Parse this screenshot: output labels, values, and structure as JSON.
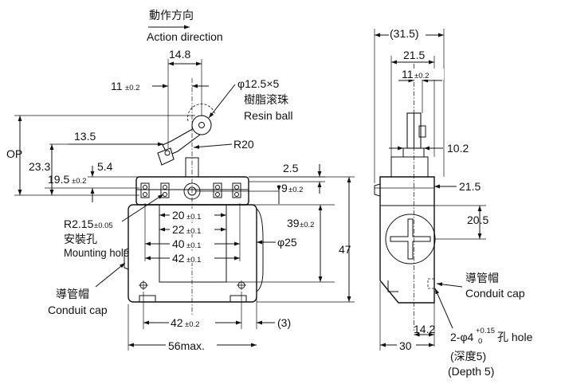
{
  "front": {
    "action_cn": "動作方向",
    "action_en": "Action direction",
    "d_14_8": "14.8",
    "d_11": "11",
    "tol_11": "±0.2",
    "d_ball": "φ12.5×5",
    "resin_cn": "樹脂滚珠",
    "resin_en": "Resin ball",
    "d_r20": "R20",
    "d_op": "OP",
    "d_13_5": "13.5",
    "d_23_3": "23.3",
    "d_5_4": "5.4",
    "d_19_5": "19.5",
    "tol_19_5": "±0.2",
    "d_2_5": "2.5",
    "d_9": "9",
    "tol_9": "±0.2",
    "d_r215": "R2.15",
    "tol_r215": "±0.05",
    "mount_cn": "安裝孔",
    "mount_en": "Mounting hole",
    "d_20": "20",
    "d_22": "22",
    "d_40": "40",
    "d_42i": "42",
    "tol_01": "±0.1",
    "d_39": "39",
    "tol_39": "±0.2",
    "d_phi25": "φ25",
    "d_47": "47",
    "cap_cn": "導管帽",
    "cap_en": "Conduit cap",
    "d_42": "42",
    "tol_42": "±0.2",
    "d_3": "(3)",
    "d_56": "56max."
  },
  "side": {
    "d_31_5": "(31.5)",
    "d_21_5t": "21.5",
    "d_11": "11",
    "tol_11": "±0.2",
    "d_10_2": "10.2",
    "d_21_5": "21.5",
    "d_20_5": "20.5",
    "cap_cn": "導管帽",
    "cap_en": "Conduit cap",
    "d_14_2": "14.2",
    "d_30": "30",
    "hole_prefix": "2-φ4",
    "hole_tol_up": "+0.15",
    "hole_tol_dn": "0",
    "hole_suffix": "孔 hole",
    "depth_cn": "(深度5)",
    "depth_en": "(Depth 5)"
  }
}
